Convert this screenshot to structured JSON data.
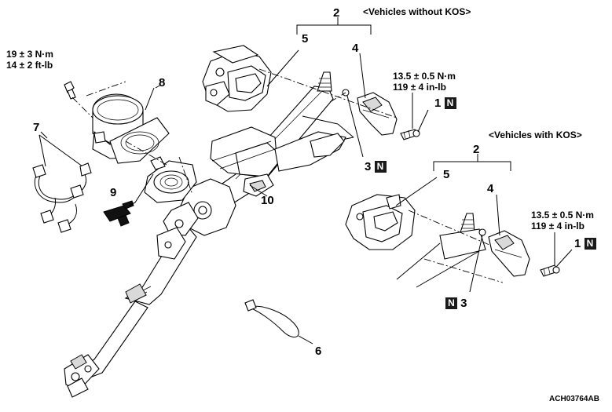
{
  "header": {
    "without_kos": "<Vehicles without KOS>",
    "with_kos": "<Vehicles with KOS>"
  },
  "torque": {
    "upper_left": {
      "nm": "19 ± 3 N·m",
      "ftlb": "14 ± 2 ft-lb"
    },
    "without_kos": {
      "nm": "13.5 ± 0.5 N·m",
      "inlb": "119 ± 4 in-lb"
    },
    "with_kos": {
      "nm": "13.5 ± 0.5 N·m",
      "inlb": "119 ± 4 in-lb"
    }
  },
  "callouts": {
    "c1a": "1",
    "c1b": "1",
    "c2a": "2",
    "c2b": "2",
    "c3a": "3",
    "c3b": "3",
    "c4a": "4",
    "c4b": "4",
    "c5a": "5",
    "c5b": "5",
    "c6": "6",
    "c7": "7",
    "c8": "8",
    "c9": "9",
    "c10": "10"
  },
  "badge": "N",
  "figure_code": "ACH03764AB",
  "icons": {
    "badge": "new-part-badge-icon",
    "grease": "grease-gun-icon"
  }
}
